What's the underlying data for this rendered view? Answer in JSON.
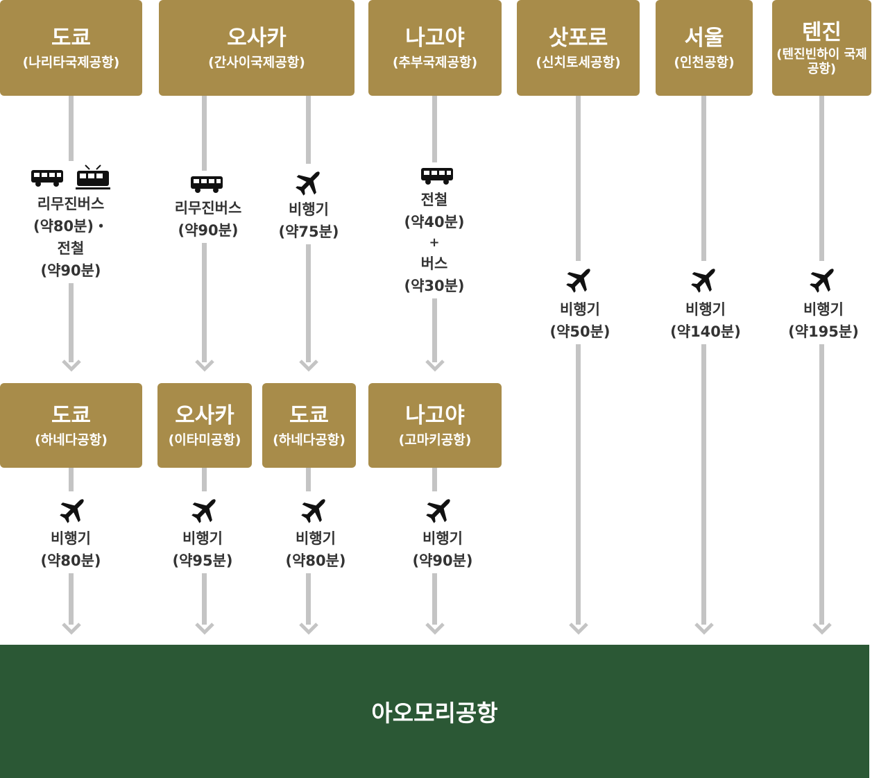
{
  "origins": [
    {
      "city": "도쿄",
      "airport": "(나리타국제공항)"
    },
    {
      "city": "오사카",
      "airport": "(간사이국제공항)"
    },
    {
      "city": "나고야",
      "airport": "(추부국제공항)"
    },
    {
      "city": "삿포로",
      "airport": "(신치토세공항)"
    },
    {
      "city": "서울",
      "airport": "(인천공항)"
    },
    {
      "city": "텐진",
      "airport": "(텐진빈하이 국제공항)"
    }
  ],
  "transfers": [
    {
      "city": "도쿄",
      "airport": "(하네다공항)"
    },
    {
      "city": "오사카",
      "airport": "(이타미공항)"
    },
    {
      "city": "도쿄",
      "airport": "(하네다공항)"
    },
    {
      "city": "나고야",
      "airport": "(고마키공항)"
    }
  ],
  "upper_routes": {
    "tokyo": {
      "mode1": "리무진버스",
      "time1": "(약80분)・",
      "mode2": "전철",
      "time2": "(약90분)"
    },
    "osaka_bus": {
      "mode": "리무진버스",
      "time": "(약90분)"
    },
    "osaka_plane": {
      "mode": "비행기",
      "time": "(약75분)"
    },
    "nagoya": {
      "mode1": "전철",
      "time1": "(약40분)",
      "plus": "+",
      "mode2": "버스",
      "time2": "(약30분)"
    }
  },
  "direct_flights": [
    {
      "mode": "비행기",
      "time": "(약50분)"
    },
    {
      "mode": "비행기",
      "time": "(약140분)"
    },
    {
      "mode": "비행기",
      "time": "(약195분)"
    }
  ],
  "lower_flights": [
    {
      "mode": "비행기",
      "time": "(약80분)"
    },
    {
      "mode": "비행기",
      "time": "(약95분)"
    },
    {
      "mode": "비행기",
      "time": "(약80분)"
    },
    {
      "mode": "비행기",
      "time": "(약90분)"
    }
  ],
  "destination": "아오모리공항",
  "colors": {
    "box": "#A88C4A",
    "destination": "#2B5835",
    "line": "#C4C4C4",
    "text": "#333333"
  }
}
